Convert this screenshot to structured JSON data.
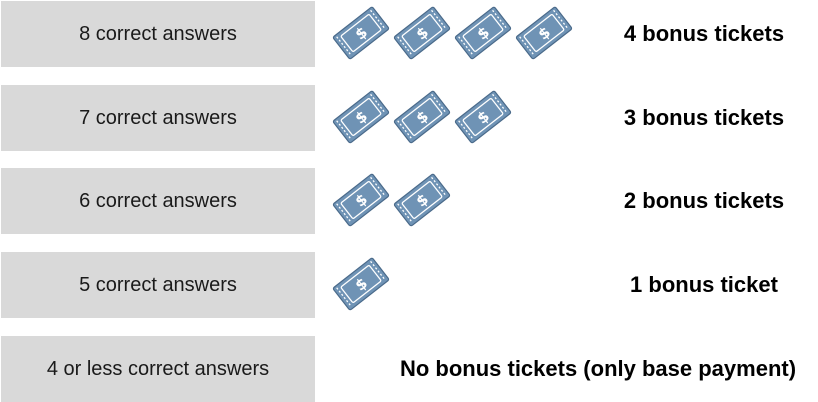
{
  "colors": {
    "label_background": "#d9d9d9",
    "ticket_fill": "#6f93b5",
    "ticket_stroke": "#4a6a8a",
    "ticket_detail": "#ffffff"
  },
  "ticket_icon": "dollar-ticket-icon",
  "rows": [
    {
      "label": "8 correct answers",
      "tickets": 4,
      "result": "4 bonus tickets"
    },
    {
      "label": "7 correct answers",
      "tickets": 3,
      "result": "3 bonus tickets"
    },
    {
      "label": "6 correct answers",
      "tickets": 2,
      "result": "2 bonus tickets"
    },
    {
      "label": "5 correct answers",
      "tickets": 1,
      "result": "1 bonus ticket"
    },
    {
      "label": "4 or less correct answers",
      "tickets": 0,
      "result": "No bonus tickets (only base payment)"
    }
  ]
}
